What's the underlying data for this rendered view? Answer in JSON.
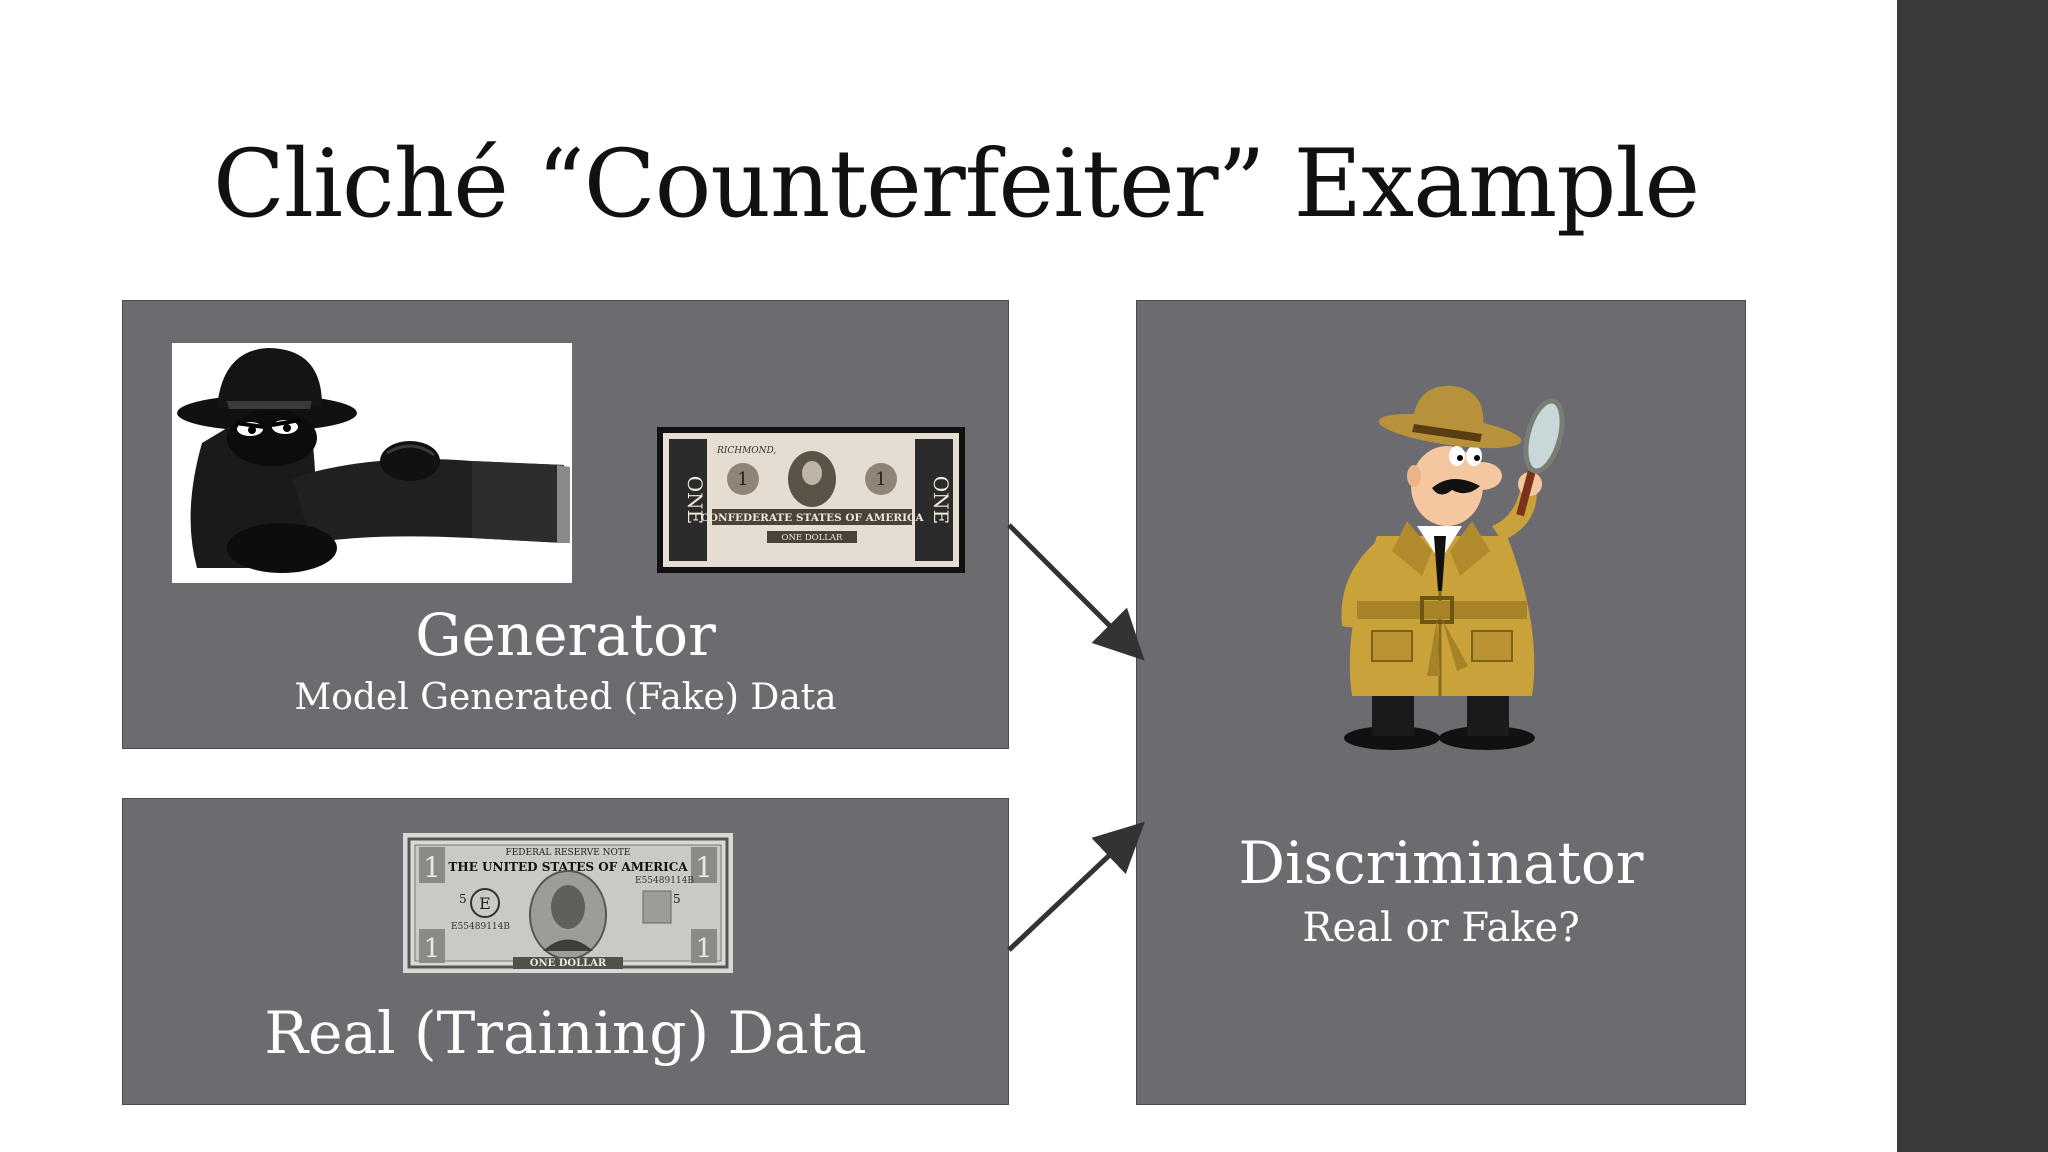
{
  "slide": {
    "title": "Cliché “Counterfeiter” Example"
  },
  "generator": {
    "label": "Generator",
    "sublabel": "Model Generated (Fake) Data"
  },
  "real_data": {
    "label": "Real (Training) Data"
  },
  "discriminator": {
    "label": "Discriminator",
    "sublabel": "Real or Fake?"
  },
  "confederate_bill": {
    "city": "RICHMOND,",
    "issuer": "CONFEDERATE STATES OF AMERICA",
    "denomination": "ONE DOLLAR",
    "side_text": "ONE",
    "numeral": "1"
  },
  "us_bill": {
    "top_text": "FEDERAL RESERVE NOTE",
    "issuer": "THE UNITED STATES OF AMERICA",
    "denomination": "ONE DOLLAR",
    "serial": "E55489114B",
    "seal_letter": "E",
    "numeral": "1",
    "district": "5"
  },
  "colors": {
    "panel": "#6c6b70",
    "sidebar": "#3a3a3c",
    "arrow": "#333333",
    "coat": "#c9a23a",
    "hat": "#b8923a"
  },
  "icons": {
    "thief": "hooded-thief-icon",
    "detective": "detective-magnifier-icon"
  }
}
